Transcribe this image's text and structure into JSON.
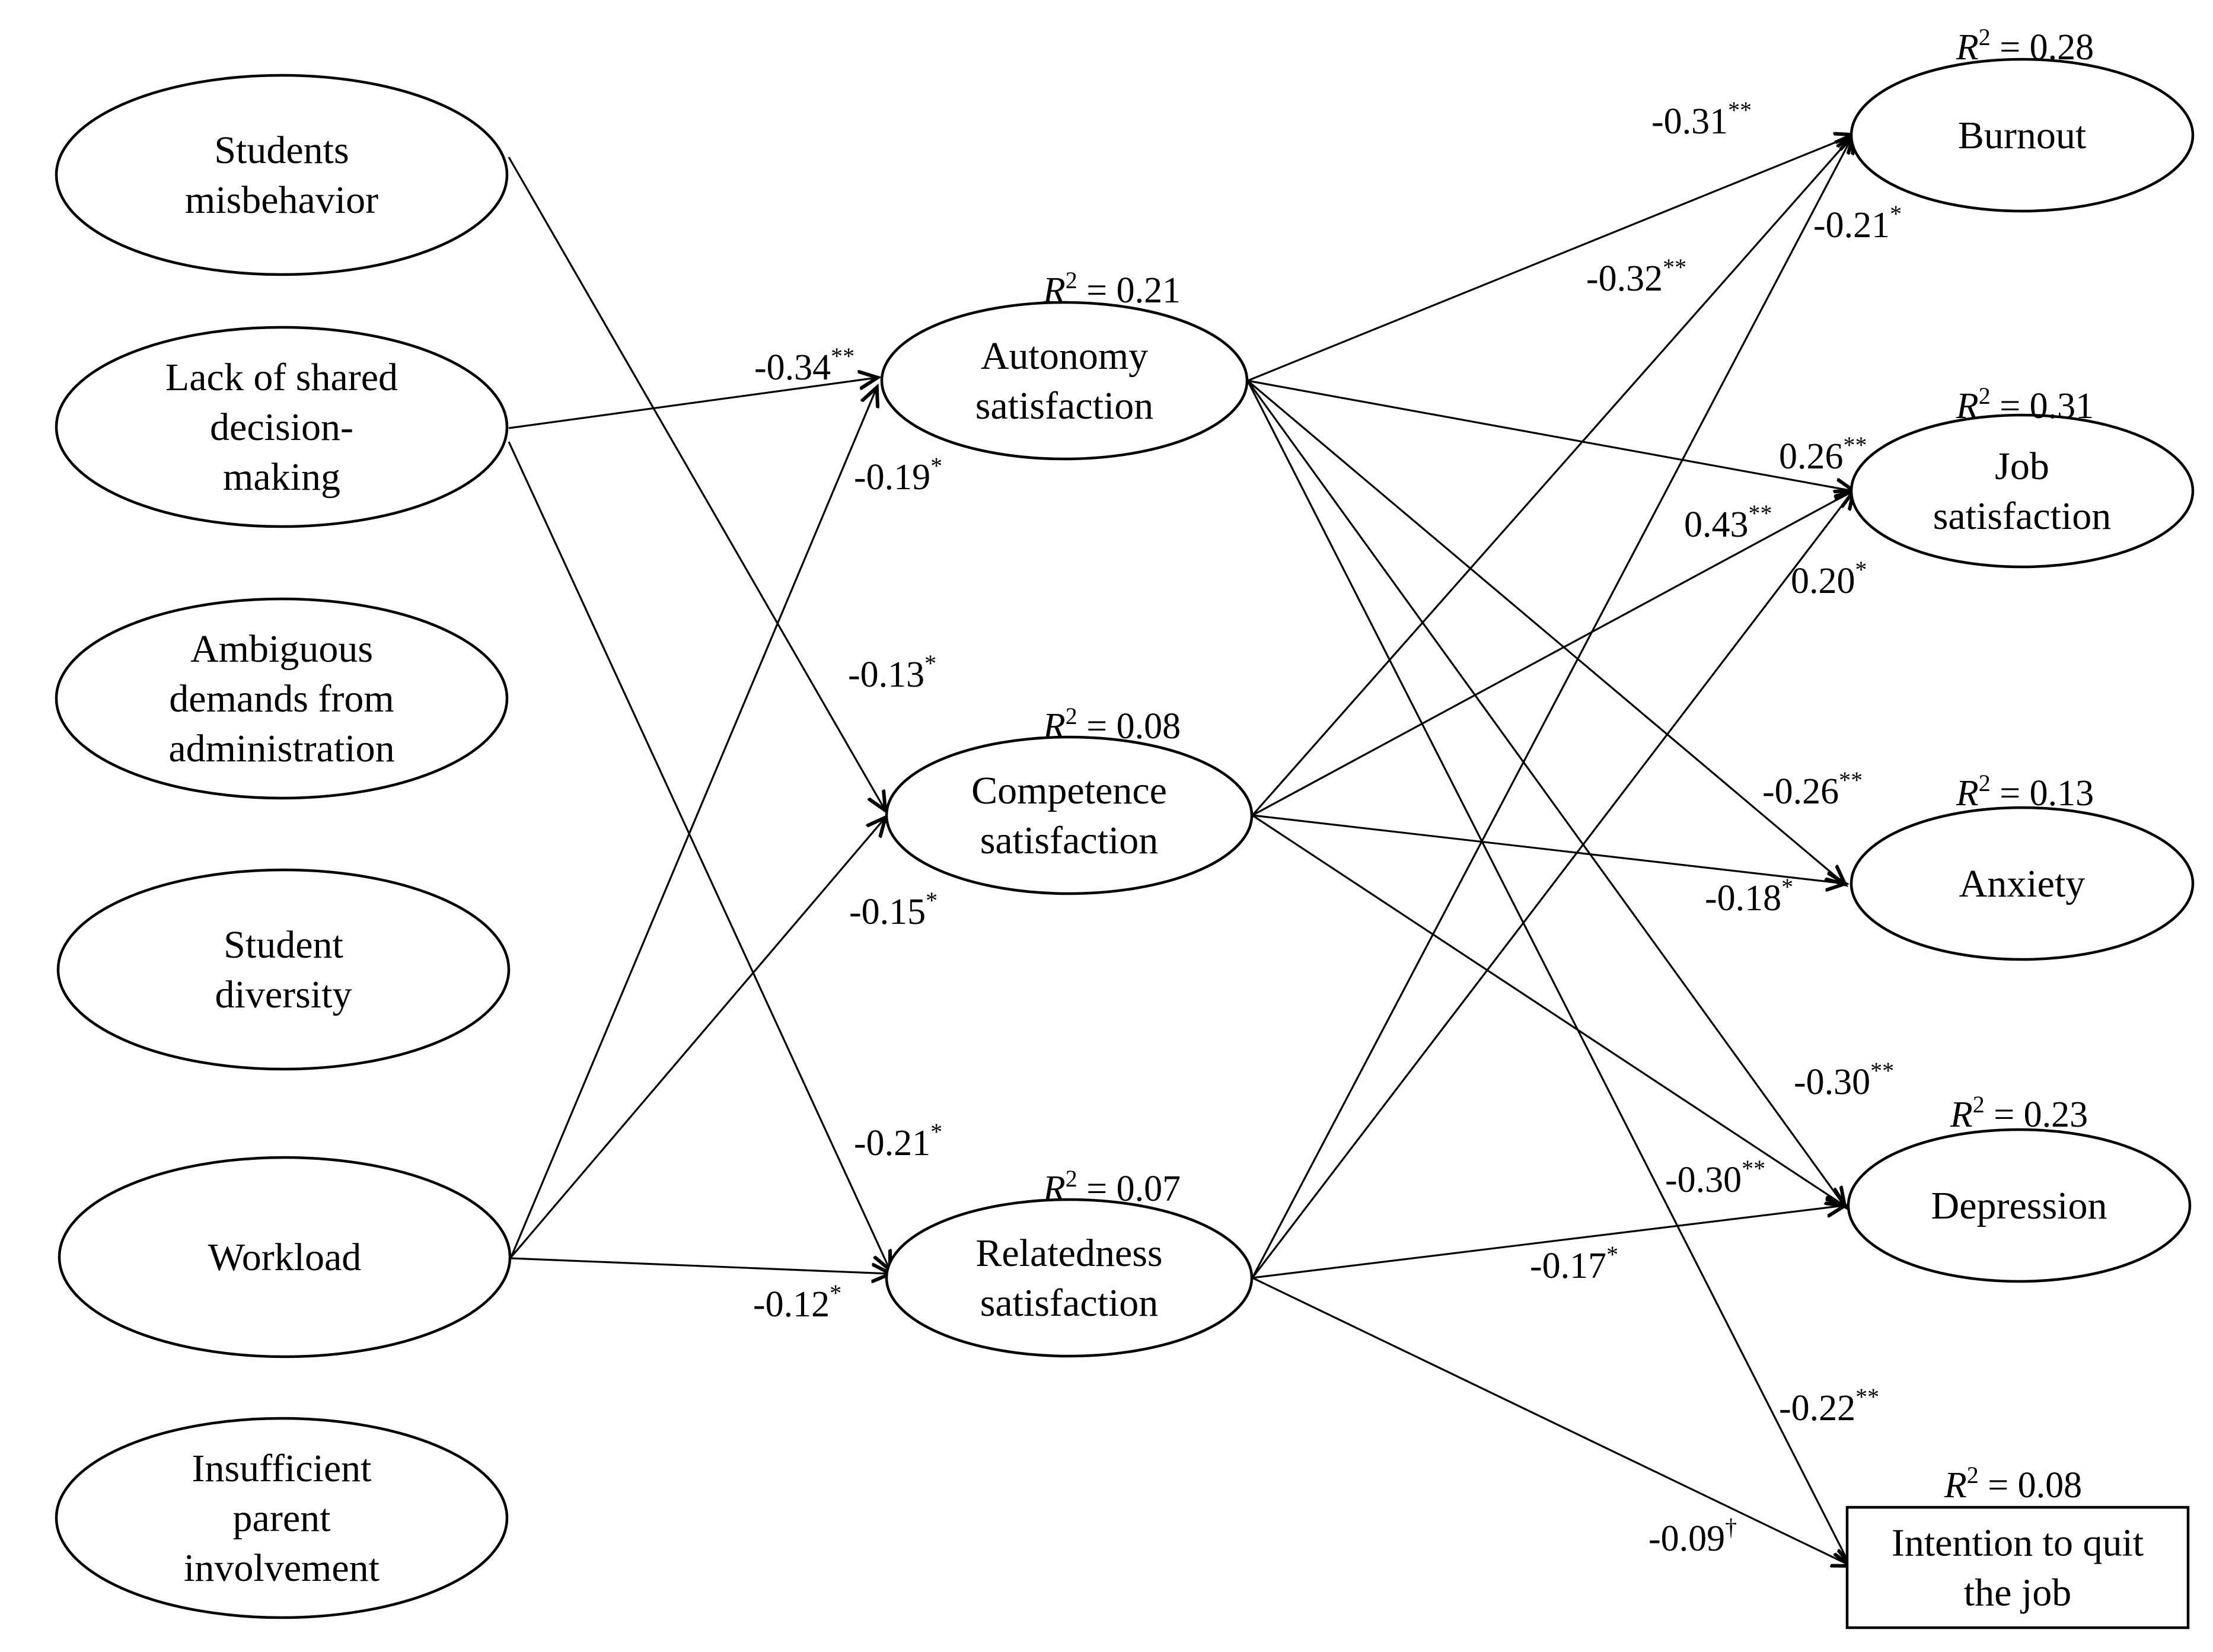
{
  "nodes": {
    "misbehavior": {
      "lines": [
        "Students",
        "misbehavior"
      ]
    },
    "lack_shared": {
      "lines": [
        "Lack of shared",
        "decision-",
        "making"
      ]
    },
    "ambiguous": {
      "lines": [
        "Ambiguous",
        "demands from",
        "administration"
      ]
    },
    "diversity": {
      "lines": [
        "Student",
        "diversity"
      ]
    },
    "workload": {
      "lines": [
        "Workload"
      ]
    },
    "parent": {
      "lines": [
        "Insufficient",
        "parent",
        "involvement"
      ]
    },
    "autonomy": {
      "lines": [
        "Autonomy",
        "satisfaction"
      ],
      "r2": "= 0.21"
    },
    "competence": {
      "lines": [
        "Competence",
        "satisfaction"
      ],
      "r2": "= 0.08"
    },
    "relatedness": {
      "lines": [
        "Relatedness",
        "satisfaction"
      ],
      "r2": "= 0.07"
    },
    "burnout": {
      "lines": [
        "Burnout"
      ],
      "r2": "= 0.28"
    },
    "job_sat": {
      "lines": [
        "Job",
        "satisfaction"
      ],
      "r2": "= 0.31"
    },
    "anxiety": {
      "lines": [
        "Anxiety"
      ],
      "r2": "= 0.13"
    },
    "depression": {
      "lines": [
        "Depression"
      ],
      "r2": "= 0.23"
    },
    "quit": {
      "lines": [
        "Intention to quit",
        "the job"
      ],
      "r2": "= 0.08"
    }
  },
  "r2_symbol": {
    "letter": "R",
    "power": "2"
  },
  "edges": [
    {
      "from": "misbehavior",
      "to": "competence",
      "value": "-0.13",
      "sig": "*"
    },
    {
      "from": "lack_shared",
      "to": "autonomy",
      "value": "-0.34",
      "sig": "**"
    },
    {
      "from": "lack_shared",
      "to": "relatedness",
      "value": "-0.21",
      "sig": "*"
    },
    {
      "from": "workload",
      "to": "autonomy",
      "value": "-0.19",
      "sig": "*"
    },
    {
      "from": "workload",
      "to": "competence",
      "value": "-0.15",
      "sig": "*"
    },
    {
      "from": "workload",
      "to": "relatedness",
      "value": "-0.12",
      "sig": "*"
    },
    {
      "from": "autonomy",
      "to": "burnout",
      "value": "-0.31",
      "sig": "**"
    },
    {
      "from": "autonomy",
      "to": "job_sat",
      "value": "0.26",
      "sig": "**"
    },
    {
      "from": "autonomy",
      "to": "anxiety",
      "value": "-0.26",
      "sig": "**"
    },
    {
      "from": "autonomy",
      "to": "depression",
      "value": "-0.30",
      "sig": "**"
    },
    {
      "from": "autonomy",
      "to": "quit",
      "value": "-0.22",
      "sig": "**"
    },
    {
      "from": "competence",
      "to": "burnout",
      "value": "-0.32",
      "sig": "**"
    },
    {
      "from": "competence",
      "to": "job_sat",
      "value": "0.43",
      "sig": "**"
    },
    {
      "from": "competence",
      "to": "anxiety",
      "value": "-0.18",
      "sig": "*"
    },
    {
      "from": "competence",
      "to": "depression",
      "value": "-0.30",
      "sig": "**"
    },
    {
      "from": "relatedness",
      "to": "burnout",
      "value": "-0.21",
      "sig": "*"
    },
    {
      "from": "relatedness",
      "to": "job_sat",
      "value": "0.20",
      "sig": "*"
    },
    {
      "from": "relatedness",
      "to": "depression",
      "value": "-0.17",
      "sig": "*"
    },
    {
      "from": "relatedness",
      "to": "quit",
      "value": "-0.09",
      "sig": "†"
    }
  ]
}
